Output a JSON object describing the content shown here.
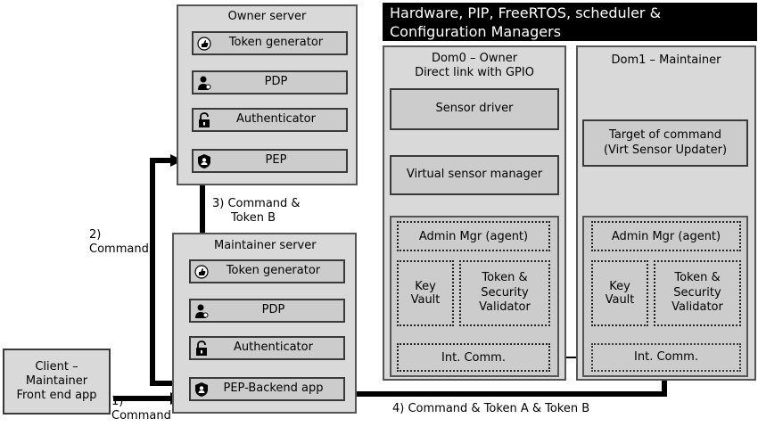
{
  "banner": {
    "line1": "Hardware, PIP, FreeRTOS, scheduler &",
    "line2": "Configuration Managers"
  },
  "owner_server": {
    "title": "Owner server",
    "token_generator": "Token generator",
    "pdp": "PDP",
    "authenticator": "Authenticator",
    "pep": "PEP"
  },
  "maintainer_server": {
    "title": "Maintainer server",
    "token_generator": "Token generator",
    "pdp": "PDP",
    "authenticator": "Authenticator",
    "pep": "PEP-Backend app"
  },
  "client": {
    "line1": "Client –",
    "line2": "Maintainer",
    "line3": "Front end app"
  },
  "dom0": {
    "title1": "Dom0 – Owner",
    "title2": "Direct link with GPIO",
    "sensor_driver": "Sensor driver",
    "virtual_sensor_manager": "Virtual sensor manager",
    "admin_mgr": "Admin Mgr (agent)",
    "key_vault1": "Key",
    "key_vault2": "Vault",
    "validator1": "Token &",
    "validator2": "Security",
    "validator3": "Validator",
    "int_comm": "Int. Comm."
  },
  "dom1": {
    "title": "Dom1 – Maintainer",
    "target1": "Target of command",
    "target2": "(Virt Sensor Updater)",
    "admin_mgr": "Admin Mgr (agent)",
    "key_vault1": "Key",
    "key_vault2": "Vault",
    "validator1": "Token &",
    "validator2": "Security",
    "validator3": "Validator",
    "int_comm": "Int. Comm."
  },
  "flows": {
    "step1_num": "1)",
    "step1_text": "Command",
    "step2_num": "2)",
    "step2_text": "Command",
    "step3_line1": "3) Command &",
    "step3_line2": "Token B",
    "step4": "4) Command & Token A & Token B"
  },
  "icons": [
    "thumbs-up-icon",
    "user-id-icon",
    "padlock-icon",
    "shield-user-icon"
  ]
}
